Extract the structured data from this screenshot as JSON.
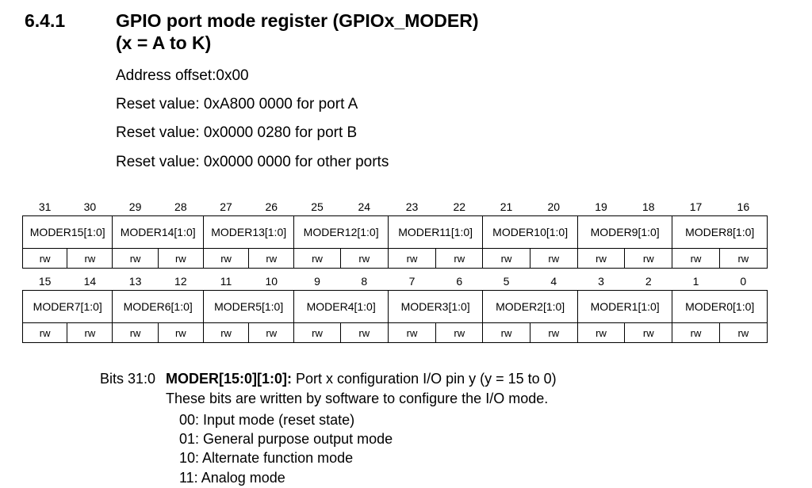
{
  "section": {
    "number": "6.4.1",
    "title_line1": "GPIO port mode register (GPIOx_MODER)",
    "title_line2": "(x = A to K)"
  },
  "info": {
    "address_offset": "Address offset:0x00",
    "reset_a": "Reset value: 0xA800 0000 for port A",
    "reset_b": "Reset value: 0x0000 0280 for port B",
    "reset_other": "Reset value: 0x0000 0000 for other ports"
  },
  "register": {
    "upper": {
      "bits": [
        "31",
        "30",
        "29",
        "28",
        "27",
        "26",
        "25",
        "24",
        "23",
        "22",
        "21",
        "20",
        "19",
        "18",
        "17",
        "16"
      ],
      "fields": [
        "MODER15[1:0]",
        "MODER14[1:0]",
        "MODER13[1:0]",
        "MODER12[1:0]",
        "MODER11[1:0]",
        "MODER10[1:0]",
        "MODER9[1:0]",
        "MODER8[1:0]"
      ],
      "access": [
        "rw",
        "rw",
        "rw",
        "rw",
        "rw",
        "rw",
        "rw",
        "rw",
        "rw",
        "rw",
        "rw",
        "rw",
        "rw",
        "rw",
        "rw",
        "rw"
      ]
    },
    "lower": {
      "bits": [
        "15",
        "14",
        "13",
        "12",
        "11",
        "10",
        "9",
        "8",
        "7",
        "6",
        "5",
        "4",
        "3",
        "2",
        "1",
        "0"
      ],
      "fields": [
        "MODER7[1:0]",
        "MODER6[1:0]",
        "MODER5[1:0]",
        "MODER4[1:0]",
        "MODER3[1:0]",
        "MODER2[1:0]",
        "MODER1[1:0]",
        "MODER0[1:0]"
      ],
      "access": [
        "rw",
        "rw",
        "rw",
        "rw",
        "rw",
        "rw",
        "rw",
        "rw",
        "rw",
        "rw",
        "rw",
        "rw",
        "rw",
        "rw",
        "rw",
        "rw"
      ]
    }
  },
  "description": {
    "bits_label": "Bits 31:0",
    "field_name": "MODER[15:0][1:0]:",
    "field_summary": " Port x configuration I/O pin y (y = 15 to 0)",
    "line2": "These bits are written by software to configure the I/O mode.",
    "modes": [
      "00: Input mode (reset state)",
      "01: General purpose output mode",
      "10: Alternate function mode",
      "11: Analog mode"
    ]
  }
}
